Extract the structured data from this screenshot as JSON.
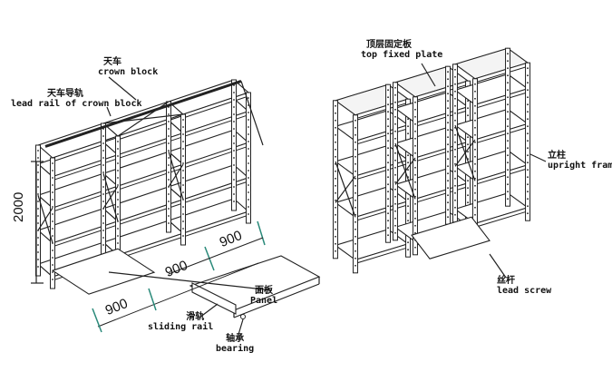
{
  "left_rack": {
    "crown_block": {
      "cn": "天车",
      "en": "crown block"
    },
    "lead_rail": {
      "cn": "天车导轨",
      "en": "lead rail of crown block"
    },
    "height_dim": "2000",
    "width_dims": [
      "900",
      "900",
      "900"
    ],
    "panel": {
      "cn": "面板",
      "en": "Panel"
    },
    "sliding_rail": {
      "cn": "滑轨",
      "en": "sliding rail"
    },
    "bearing": {
      "cn": "轴承",
      "en": "bearing"
    }
  },
  "right_rack": {
    "top_plate": {
      "cn": "顶层固定板",
      "en": "top fixed plate"
    },
    "upright": {
      "cn": "立柱",
      "en": "upright frame"
    },
    "lead_screw": {
      "cn": "丝杆",
      "en": "lead screw"
    }
  },
  "colors": {
    "line": "#222222",
    "dimension": "#2a8a7a"
  }
}
